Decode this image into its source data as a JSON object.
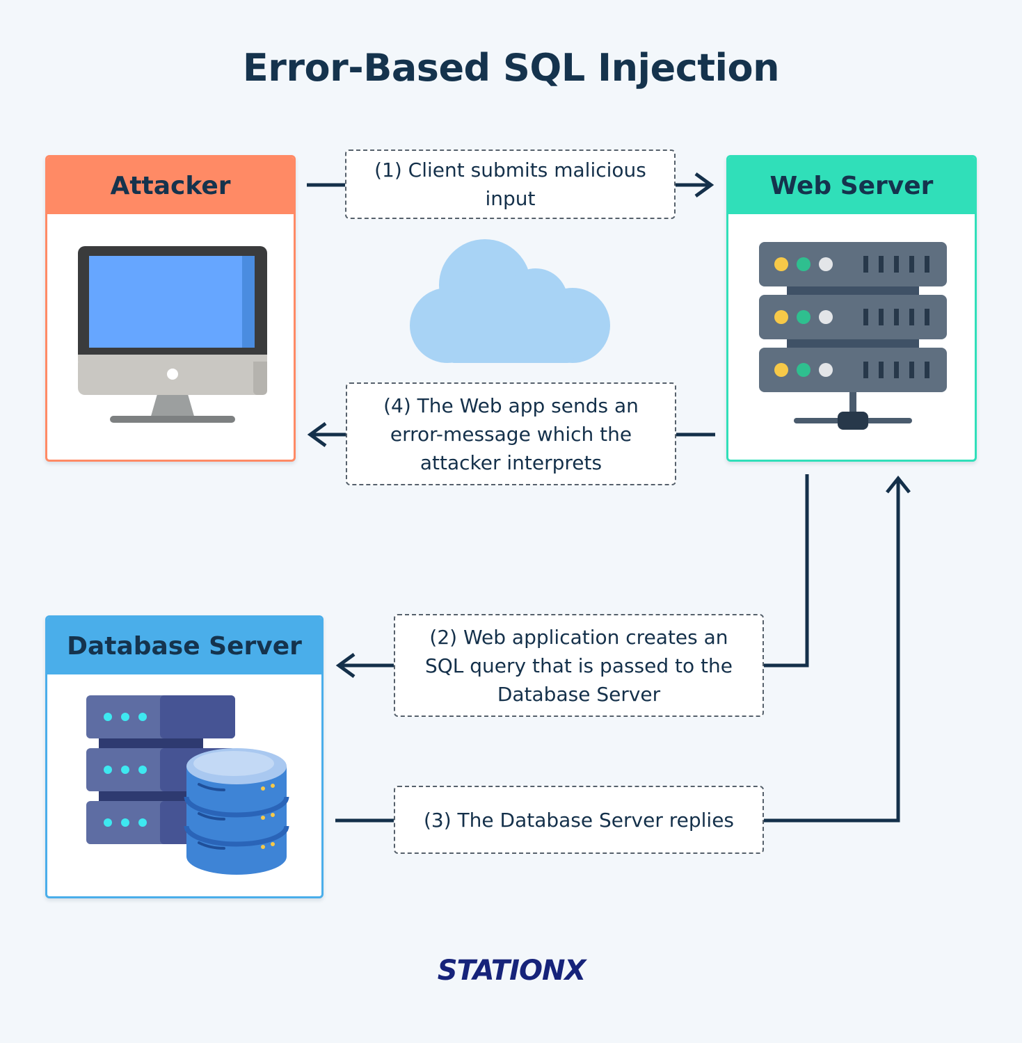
{
  "title": "Error-Based SQL Injection",
  "nodes": {
    "attacker": {
      "label": "Attacker",
      "color": "#ff8a65",
      "icon": "desktop-monitor-icon"
    },
    "web_server": {
      "label": "Web Server",
      "color": "#30dfb9",
      "icon": "server-rack-icon"
    },
    "database_server": {
      "label": "Database Server",
      "color": "#4aaeea",
      "icon": "database-server-icon"
    }
  },
  "cloud": {
    "icon": "cloud-icon",
    "color": "#a8d3f5"
  },
  "steps": [
    {
      "text": "(1) Client submits malicious input",
      "from": "Attacker",
      "to": "Web Server"
    },
    {
      "text": "(2) Web application creates an SQL query that is passed to the Database Server",
      "from": "Web Server",
      "to": "Database Server"
    },
    {
      "text": "(3) The Database Server replies",
      "from": "Database Server",
      "to": "Web Server"
    },
    {
      "text": "(4) The Web app sends an error-message which the attacker interprets",
      "from": "Web Server",
      "to": "Attacker"
    }
  ],
  "logo": {
    "text": "STATIONX",
    "color": "#16237a"
  }
}
